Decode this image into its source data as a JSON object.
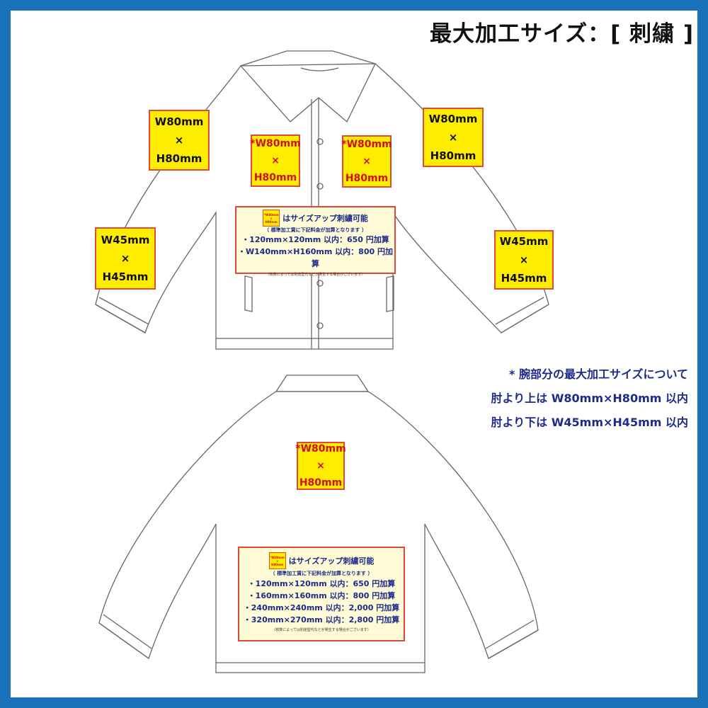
{
  "title": "最大加工サイズ：[ 刺繍 ]",
  "colors": {
    "border": "#1a72bb",
    "box_fill": "#ffed00",
    "box_border": "#e04a3a",
    "info_fill": "#fefbd6",
    "text_navy": "#1c2a8a",
    "text_red": "#d0101a"
  },
  "front": {
    "sleeve_upper_left": {
      "w": "W80mm",
      "x": "×",
      "h": "H80mm"
    },
    "sleeve_upper_right": {
      "w": "W80mm",
      "x": "×",
      "h": "H80mm"
    },
    "sleeve_lower_left": {
      "w": "W45mm",
      "x": "×",
      "h": "H45mm"
    },
    "sleeve_lower_right": {
      "w": "W45mm",
      "x": "×",
      "h": "H45mm"
    },
    "chest_left": {
      "w": "*W80mm",
      "x": "×",
      "h": "H80mm"
    },
    "chest_right": {
      "w": "*W80mm",
      "x": "×",
      "h": "H80mm"
    },
    "info": {
      "mini_w": "*W80mm",
      "mini_x": "×",
      "mini_h": "H80mm",
      "heading": "はサイズアップ刺繍可能",
      "sub": "（ 標準加工賃に下記料金が加算となります ）",
      "lines": [
        "・120mm×120mm 以内：650 円加算",
        "・W140mm×H160mm 以内：800 円加算"
      ],
      "note": "（枚数によっては別途型代などが発生する場合がございます）"
    }
  },
  "back": {
    "center": {
      "w": "*W80mm",
      "x": "×",
      "h": "H80mm"
    },
    "info": {
      "mini_w": "*W80mm",
      "mini_x": "×",
      "mini_h": "H80mm",
      "heading": "はサイズアップ刺繍可能",
      "sub": "（ 標準加工賃に下記料金が加算となります ）",
      "lines": [
        "・120mm×120mm 以内：650 円加算",
        "・160mm×160mm 以内：800 円加算",
        "・240mm×240mm 以内：2,000 円加算",
        "・320mm×270mm 以内：2,800 円加算"
      ],
      "note": "（枚数によっては別途型代などが発生する場合がございます）"
    }
  },
  "notes": [
    "* 腕部分の最大加工サイズについて",
    "肘より上は W80mm×H80mm 以内",
    "肘より下は W45mm×H45mm 以内"
  ]
}
